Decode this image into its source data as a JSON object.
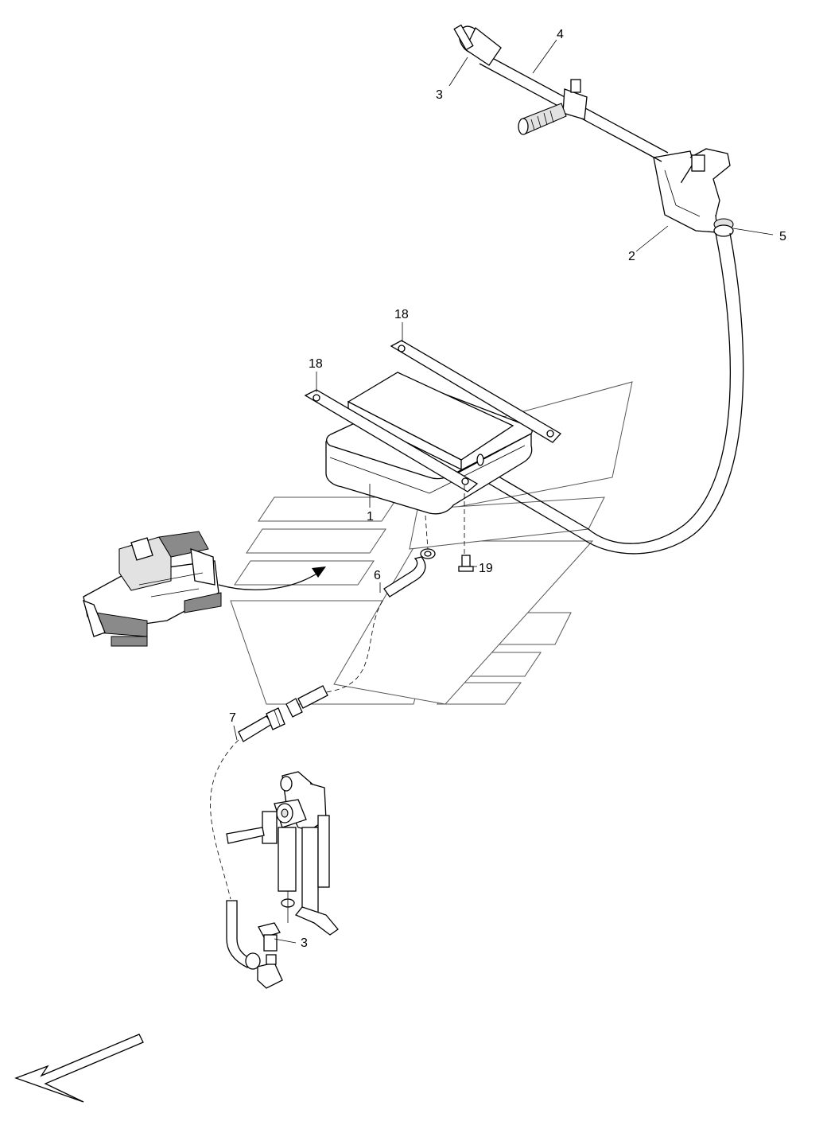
{
  "callouts": [
    {
      "id": "c-4",
      "text": "4"
    },
    {
      "id": "c-3-top",
      "text": "3"
    },
    {
      "id": "c-2",
      "text": "2"
    },
    {
      "id": "c-5",
      "text": "5"
    },
    {
      "id": "c-18-right",
      "text": "18"
    },
    {
      "id": "c-18-left",
      "text": "18"
    },
    {
      "id": "c-1",
      "text": "1"
    },
    {
      "id": "c-6",
      "text": "6"
    },
    {
      "id": "c-19",
      "text": "19"
    },
    {
      "id": "c-7",
      "text": "7"
    },
    {
      "id": "c-3-bottom",
      "text": "3"
    }
  ],
  "colors": {
    "line": "#000000",
    "watermark": "#666666",
    "fill": "#ffffff"
  },
  "icons": [
    "machine-thumbnail",
    "view-direction-arrow",
    "watermark-logo"
  ]
}
